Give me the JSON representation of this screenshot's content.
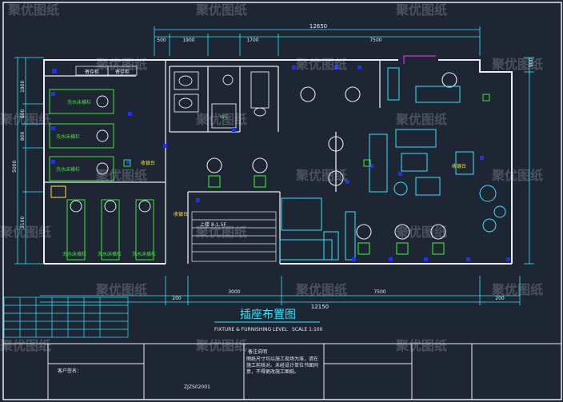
{
  "drawing": {
    "title_cn": "插座布置图",
    "title_en": "FIXTURE & FURNISHING LEVEL",
    "scale_label": "SCALE 1:100",
    "watermark": "聚优图纸"
  },
  "dimensions": {
    "top_total": "12650",
    "top_parts": [
      "500",
      "1900",
      "1700",
      "",
      "7500"
    ],
    "bottom_total": "12150",
    "bottom_parts": [
      "200",
      "3000",
      "7500",
      "200"
    ],
    "left_parts": [
      "1800",
      "800",
      "800",
      "5000",
      "3100"
    ],
    "right_part": "900"
  },
  "room_labels": {
    "storage_1": "寄存柜",
    "storage_2": "寄存柜",
    "wash_beds": [
      "洗水床横栏",
      "洗水床横栏",
      "洗水床横栏"
    ],
    "wash_row": [
      "洗水床横栏",
      "洗水床横栏",
      "洗水床横栏"
    ],
    "cashier_1": "收银台",
    "cashier_2": "收银台",
    "cashier_3": "收银台",
    "stairs": "上楼 8-1.5F",
    "wc": "WC"
  },
  "notes": {
    "heading": "备注说明",
    "body": "图纸尺寸均以施工现场为准，请在施工前核对。未经设计单位书面同意，不得更改施工图纸。"
  },
  "title_block": {
    "owner_label": "客户签名：",
    "drawing_no": "ZJZS02001"
  },
  "colors": {
    "background": "#1e2533",
    "wall": "#e8ecf0",
    "cyan": "#2ee6ff",
    "green": "#39e635",
    "blue": "#2233dd",
    "yellow": "#ffe640",
    "magenta": "#dd33dd"
  }
}
